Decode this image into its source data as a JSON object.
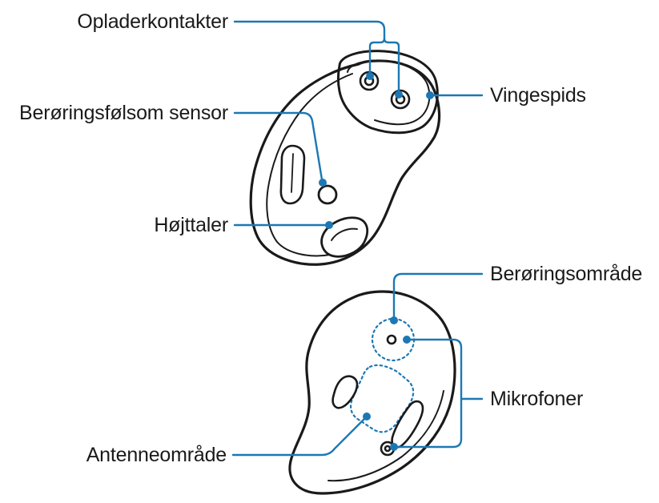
{
  "colors": {
    "leader_line": "#1c78b4",
    "outline": "#1a1a1a",
    "text": "#1a1a1a",
    "background": "#ffffff"
  },
  "labels": {
    "charging_contacts": "Opladerkontakter",
    "touch_sensor": "Berøringsfølsom sensor",
    "speaker": "Højttaler",
    "wingtip": "Vingespids",
    "touch_area": "Berøringsområde",
    "microphones": "Mikrofoner",
    "antenna_area": "Antenneområde"
  }
}
